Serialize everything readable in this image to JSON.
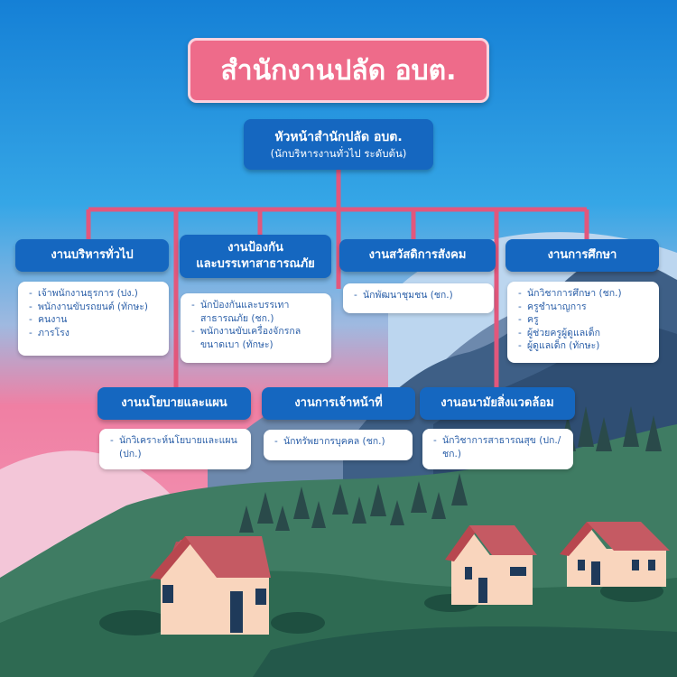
{
  "title": "สำนักงานปลัด อบต.",
  "head": {
    "title": "หัวหน้าสำนักปลัด อบต.",
    "subtitle": "(นักบริหารงานทั่วไป ระดับต้น)"
  },
  "departments": [
    {
      "name": "งานบริหารทั่วไป",
      "staff": [
        "เจ้าพนักงานธุรการ (ปง.)",
        "พนักงานขับรถยนต์ (ทักษะ)",
        "คนงาน",
        "ภารโรง"
      ]
    },
    {
      "name_line1": "งานป้องกัน",
      "name_line2": "และบรรเทาสาธารณภัย",
      "staff": [
        "นักป้องกันและบรรเทาสาธารณภัย (ชก.)",
        "พนักงานขับเครื่องจักรกลขนาดเบา (ทักษะ)"
      ]
    },
    {
      "name": "งานสวัสดิการสังคม",
      "staff": [
        "นักพัฒนาชุมชน (ชก.)"
      ]
    },
    {
      "name": "งานการศึกษา",
      "staff": [
        "นักวิชาการศึกษา (ชก.)",
        "ครูชำนาญการ",
        "ครู",
        "ผู้ช่วยครูผู้ดูแลเด็ก",
        "ผู้ดูแลเด็ก (ทักษะ)"
      ]
    },
    {
      "name": "งานนโยบายและแผน",
      "staff": [
        "นักวิเคราะห์นโยบายและแผน (ปก.)"
      ]
    },
    {
      "name": "งานการเจ้าหน้าที่",
      "staff": [
        "นักทรัพยากรบุคคล (ชก.)"
      ]
    },
    {
      "name": "งานอนามัยสิ่งแวดล้อม",
      "staff": [
        "นักวิชาการสาธารณสุข (ปก./ชก.)"
      ]
    }
  ],
  "colors": {
    "sky_top": "#1c7fd1",
    "sky_bottom": "#f07fa3",
    "connector": "#e2577c",
    "dept_box": "#1567c0",
    "title_box": "#ee6b8a"
  }
}
